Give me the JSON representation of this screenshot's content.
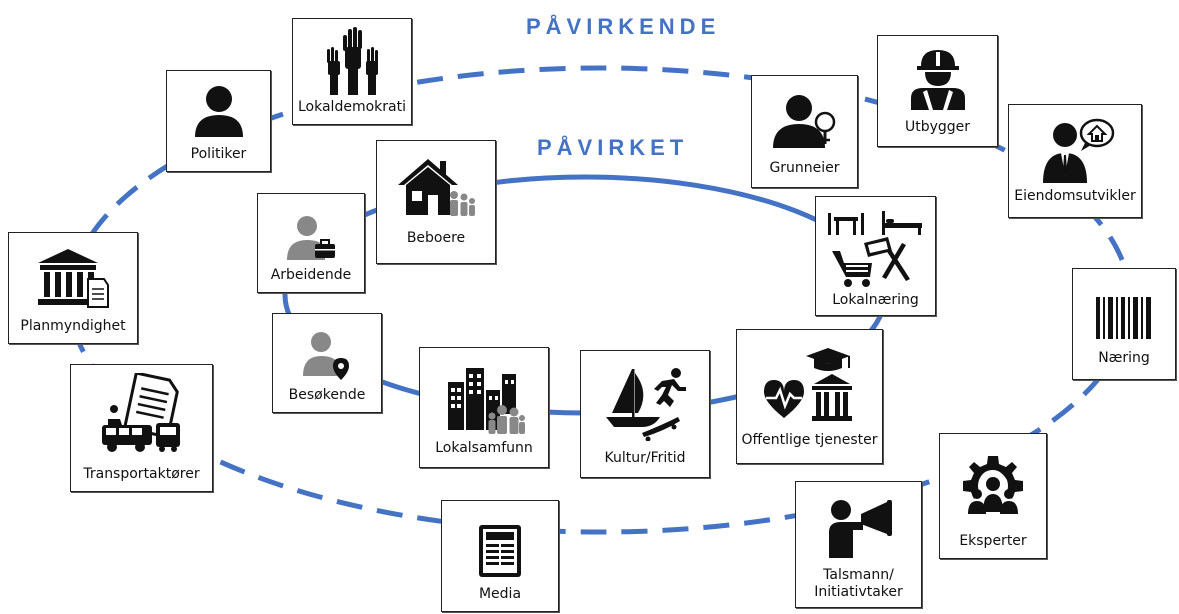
{
  "rings": {
    "outer_label": "PÅVIRKENDE",
    "inner_label": "PÅVIRKET",
    "color": "#4472c4"
  },
  "actors": {
    "lokaldemokrati": {
      "label": "Lokaldemokrati",
      "icon": "raised-hands-icon"
    },
    "politiker": {
      "label": "Politiker",
      "icon": "person-icon"
    },
    "planmyndighet": {
      "label": "Planmyndighet",
      "icon": "government-building-icon"
    },
    "transportaktorer": {
      "label": "Transportaktører",
      "icon": "transport-document-icon"
    },
    "media": {
      "label": "Media",
      "icon": "newspaper-icon"
    },
    "talsmann": {
      "label": "Talsmann/\nInitiativtaker",
      "icon": "megaphone-person-icon"
    },
    "eksperter": {
      "label": "Eksperter",
      "icon": "experts-gear-icon"
    },
    "naering": {
      "label": "Næring",
      "icon": "barcode-icon"
    },
    "eiendomsutvikler": {
      "label": "Eiendomsutvikler",
      "icon": "businessman-house-icon"
    },
    "utbygger": {
      "label": "Utbygger",
      "icon": "construction-worker-icon"
    },
    "grunneier": {
      "label": "Grunneier",
      "icon": "landowner-icon"
    }
  },
  "affected": {
    "beboere": {
      "label": "Beboere",
      "icon": "house-family-icon"
    },
    "arbeidende": {
      "label": "Arbeidende",
      "icon": "worker-briefcase-icon"
    },
    "besokende": {
      "label": "Besøkende",
      "icon": "visitor-location-icon"
    },
    "lokalsamfunn": {
      "label": "Lokalsamfunn",
      "icon": "community-buildings-icon"
    },
    "kultur": {
      "label": "Kultur/Fritid",
      "icon": "sailing-running-icon"
    },
    "offentlige": {
      "label": "Offentlige tjenester",
      "icon": "public-services-icon"
    },
    "lokalnaering": {
      "label": "Lokalnæring",
      "icon": "local-business-icon"
    }
  }
}
